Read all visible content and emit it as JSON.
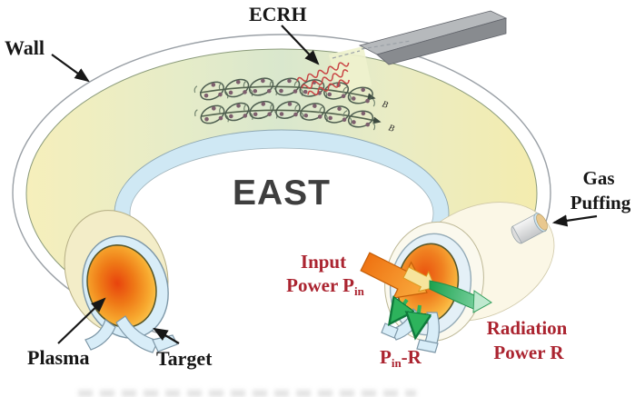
{
  "figure": {
    "type": "scientific-diagram",
    "subject": "EAST tokamak cutaway torus with ECRH injection, gas puffing and power balance arrows"
  },
  "labels": {
    "wall": "Wall",
    "ecrh": "ECRH",
    "machine_name": "EAST",
    "gas_puffing_line1": "Gas",
    "gas_puffing_line2": "Puffing",
    "plasma": "Plasma",
    "target": "Target",
    "input_power_line1": "Input",
    "input_power_line2_main": "Power P",
    "subscript_in": "in",
    "conducted_power_p": "P",
    "conducted_power_rest": "-R",
    "radiation_line1": "Radiation",
    "radiation_line2": "Power R",
    "magnetic_field": "B"
  },
  "colors": {
    "label_black": "#171717",
    "label_red": "#ab2430",
    "machine_name_gray": "#3e3e3e",
    "torus_band_yellow": "#f6efbd",
    "torus_band_green": "#d9e7cd",
    "inner_liner_blue": "#cfe8f4",
    "vessel_blue": "#d8edf8",
    "plasma_core_orange": "#e8430d",
    "plasma_edge_yellow": "#ffec9c",
    "input_arrow_orange": "#f08018",
    "transferred_arrow_yellow": "#f7e49c",
    "radiation_green": "#2db35c",
    "waveguide_gray": "#8e9194",
    "ecrh_wave_red": "#c94444"
  }
}
